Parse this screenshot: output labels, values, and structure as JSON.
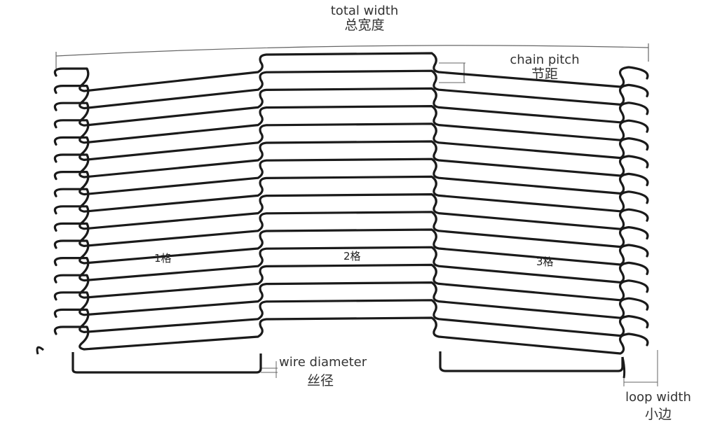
{
  "labels": {
    "total_width": {
      "en": "total width",
      "zh": "总宽度"
    },
    "chain_pitch": {
      "en": "chain pitch",
      "zh": "节距"
    },
    "wire_diameter": {
      "en": "wire diameter",
      "zh": "丝径"
    },
    "loop_width": {
      "en": "loop width",
      "zh": "小边"
    }
  },
  "cells": [
    "1格",
    "2格",
    "3格"
  ],
  "rows": 16,
  "colors": {
    "wire": "#1a1a1a",
    "dimension": "#666666",
    "text": "#333333"
  }
}
